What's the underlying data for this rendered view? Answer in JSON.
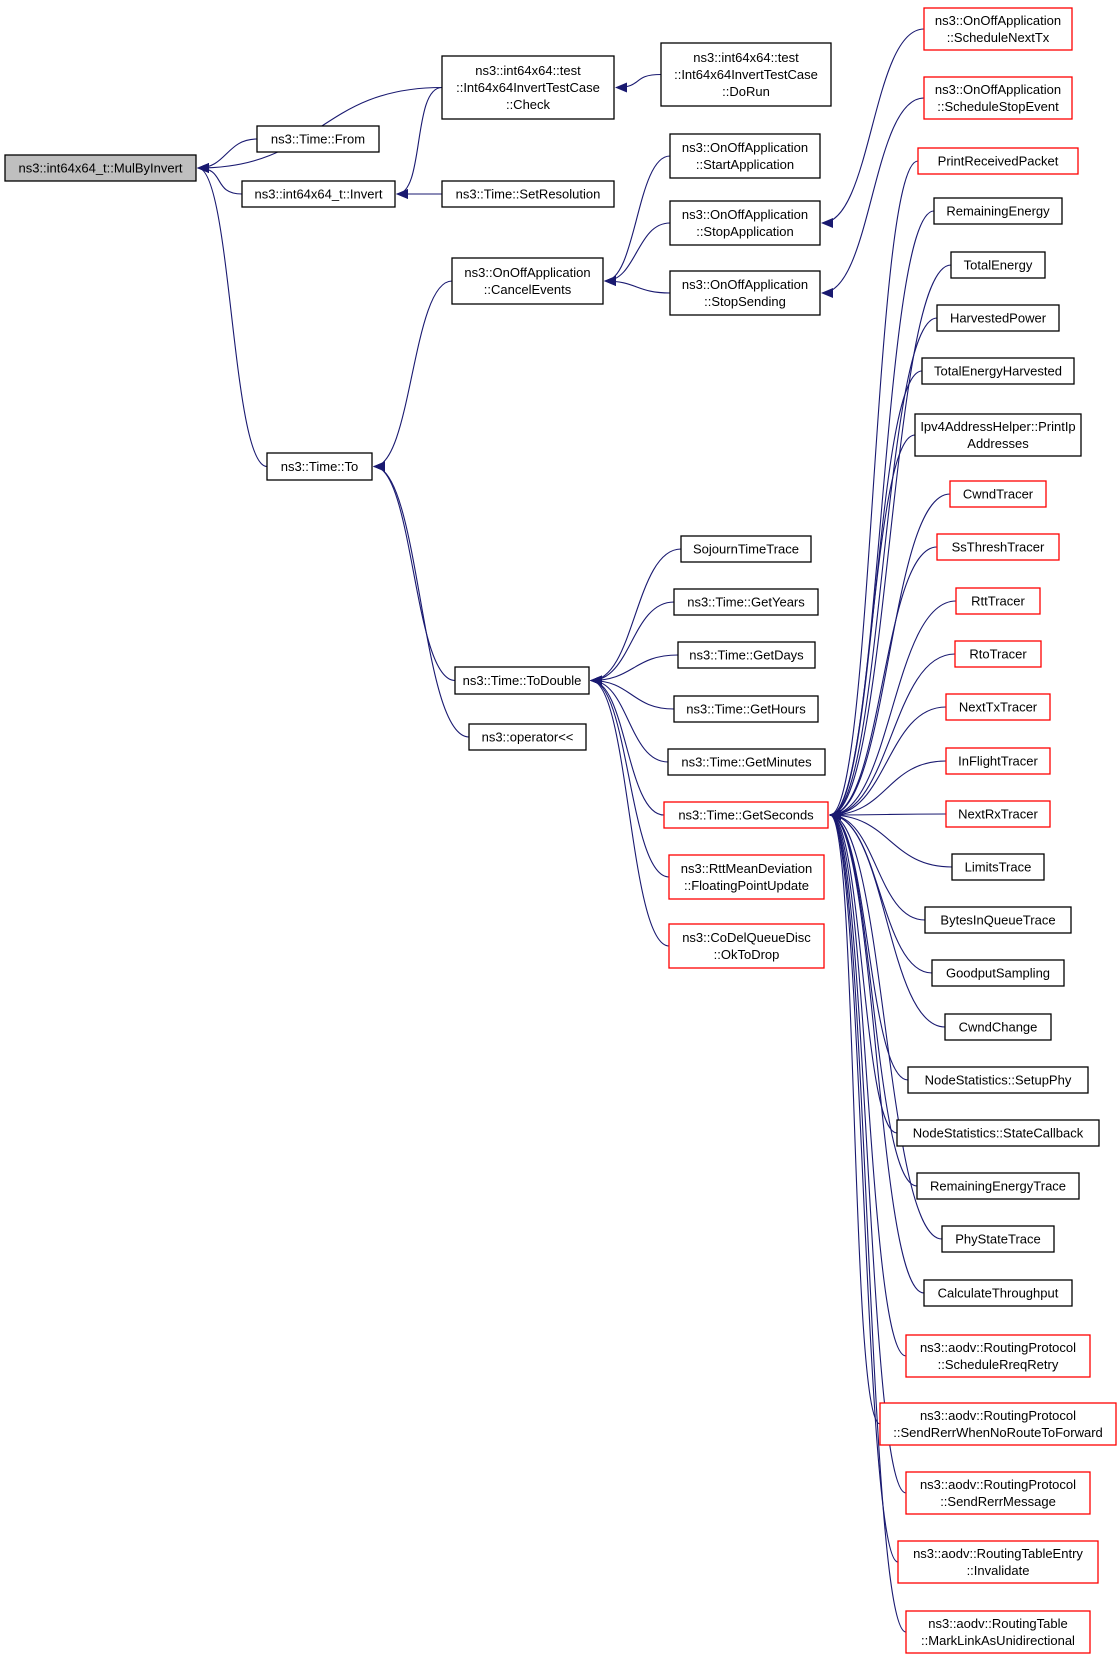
{
  "colors": {
    "edge": "#191970",
    "node_border": "#000000",
    "node_border_truncated": "#ff0000",
    "focus_fill": "#bfbfbf",
    "node_fill": "#ffffff"
  },
  "nodes": [
    {
      "id": "mulbyinvert",
      "lines": [
        "ns3::int64x64_t::MulByInvert"
      ],
      "style": "focus"
    },
    {
      "id": "test-check",
      "lines": [
        "ns3::int64x64::test",
        "::Int64x64InvertTestCase",
        "::Check"
      ],
      "style": "normal"
    },
    {
      "id": "test-dorun",
      "lines": [
        "ns3::int64x64::test",
        "::Int64x64InvertTestCase",
        "::DoRun"
      ],
      "style": "normal"
    },
    {
      "id": "time-from",
      "lines": [
        "ns3::Time::From"
      ],
      "style": "normal"
    },
    {
      "id": "invert",
      "lines": [
        "ns3::int64x64_t::Invert"
      ],
      "style": "normal"
    },
    {
      "id": "setresolution",
      "lines": [
        "ns3::Time::SetResolution"
      ],
      "style": "normal"
    },
    {
      "id": "startapplication",
      "lines": [
        "ns3::OnOffApplication",
        "::StartApplication"
      ],
      "style": "normal"
    },
    {
      "id": "stopapplication",
      "lines": [
        "ns3::OnOffApplication",
        "::StopApplication"
      ],
      "style": "normal"
    },
    {
      "id": "cancelevents",
      "lines": [
        "ns3::OnOffApplication",
        "::CancelEvents"
      ],
      "style": "normal"
    },
    {
      "id": "stopsending",
      "lines": [
        "ns3::OnOffApplication",
        "::StopSending"
      ],
      "style": "normal"
    },
    {
      "id": "time-to",
      "lines": [
        "ns3::Time::To"
      ],
      "style": "normal"
    },
    {
      "id": "sojourn",
      "lines": [
        "SojournTimeTrace"
      ],
      "style": "normal"
    },
    {
      "id": "getyears",
      "lines": [
        "ns3::Time::GetYears"
      ],
      "style": "normal"
    },
    {
      "id": "getdays",
      "lines": [
        "ns3::Time::GetDays"
      ],
      "style": "normal"
    },
    {
      "id": "todouble",
      "lines": [
        "ns3::Time::ToDouble"
      ],
      "style": "normal"
    },
    {
      "id": "gethours",
      "lines": [
        "ns3::Time::GetHours"
      ],
      "style": "normal"
    },
    {
      "id": "operator",
      "lines": [
        "ns3::operator<<"
      ],
      "style": "normal"
    },
    {
      "id": "getminutes",
      "lines": [
        "ns3::Time::GetMinutes"
      ],
      "style": "normal"
    },
    {
      "id": "getseconds",
      "lines": [
        "ns3::Time::GetSeconds"
      ],
      "style": "truncated"
    },
    {
      "id": "fpupdate",
      "lines": [
        "ns3::RttMeanDeviation",
        "::FloatingPointUpdate"
      ],
      "style": "truncated"
    },
    {
      "id": "oktodrop",
      "lines": [
        "ns3::CoDelQueueDisc",
        "::OkToDrop"
      ],
      "style": "truncated"
    },
    {
      "id": "schedulenexttx",
      "lines": [
        "ns3::OnOffApplication",
        "::ScheduleNextTx"
      ],
      "style": "truncated"
    },
    {
      "id": "schedulestopevent",
      "lines": [
        "ns3::OnOffApplication",
        "::ScheduleStopEvent"
      ],
      "style": "truncated"
    },
    {
      "id": "printreceived",
      "lines": [
        "PrintReceivedPacket"
      ],
      "style": "truncated"
    },
    {
      "id": "remainingenergy",
      "lines": [
        "RemainingEnergy"
      ],
      "style": "normal"
    },
    {
      "id": "totalenergy",
      "lines": [
        "TotalEnergy"
      ],
      "style": "normal"
    },
    {
      "id": "harvestedpower",
      "lines": [
        "HarvestedPower"
      ],
      "style": "normal"
    },
    {
      "id": "totalenergyharvested",
      "lines": [
        "TotalEnergyHarvested"
      ],
      "style": "normal"
    },
    {
      "id": "printip",
      "lines": [
        "Ipv4AddressHelper::PrintIp",
        "Addresses"
      ],
      "style": "normal"
    },
    {
      "id": "cwndtracer",
      "lines": [
        "CwndTracer"
      ],
      "style": "truncated"
    },
    {
      "id": "ssthreshtracer",
      "lines": [
        "SsThreshTracer"
      ],
      "style": "truncated"
    },
    {
      "id": "rtttracer",
      "lines": [
        "RttTracer"
      ],
      "style": "truncated"
    },
    {
      "id": "rtotracer",
      "lines": [
        "RtoTracer"
      ],
      "style": "truncated"
    },
    {
      "id": "nexttxtracer",
      "lines": [
        "NextTxTracer"
      ],
      "style": "truncated"
    },
    {
      "id": "inflighttracer",
      "lines": [
        "InFlightTracer"
      ],
      "style": "truncated"
    },
    {
      "id": "nextrxtracer",
      "lines": [
        "NextRxTracer"
      ],
      "style": "truncated"
    },
    {
      "id": "limitstrace",
      "lines": [
        "LimitsTrace"
      ],
      "style": "normal"
    },
    {
      "id": "bytesinqueue",
      "lines": [
        "BytesInQueueTrace"
      ],
      "style": "normal"
    },
    {
      "id": "goodput",
      "lines": [
        "GoodputSampling"
      ],
      "style": "normal"
    },
    {
      "id": "cwndchange",
      "lines": [
        "CwndChange"
      ],
      "style": "normal"
    },
    {
      "id": "setupphy",
      "lines": [
        "NodeStatistics::SetupPhy"
      ],
      "style": "normal"
    },
    {
      "id": "statecallback",
      "lines": [
        "NodeStatistics::StateCallback"
      ],
      "style": "normal"
    },
    {
      "id": "remainingenergytrace",
      "lines": [
        "RemainingEnergyTrace"
      ],
      "style": "normal"
    },
    {
      "id": "phystatetrace",
      "lines": [
        "PhyStateTrace"
      ],
      "style": "normal"
    },
    {
      "id": "calcthroughput",
      "lines": [
        "CalculateThroughput"
      ],
      "style": "normal"
    },
    {
      "id": "schedulerreqretry",
      "lines": [
        "ns3::aodv::RoutingProtocol",
        "::ScheduleRreqRetry"
      ],
      "style": "truncated"
    },
    {
      "id": "senderrwhennoroute",
      "lines": [
        "ns3::aodv::RoutingProtocol",
        "::SendRerrWhenNoRouteToForward"
      ],
      "style": "truncated"
    },
    {
      "id": "senderrmessage",
      "lines": [
        "ns3::aodv::RoutingProtocol",
        "::SendRerrMessage"
      ],
      "style": "truncated"
    },
    {
      "id": "rte-invalidate",
      "lines": [
        "ns3::aodv::RoutingTableEntry",
        "::Invalidate"
      ],
      "style": "truncated"
    },
    {
      "id": "marklinkunidir",
      "lines": [
        "ns3::aodv::RoutingTable",
        "::MarkLinkAsUnidirectional"
      ],
      "style": "truncated"
    }
  ],
  "edges": [
    [
      "test-check",
      "mulbyinvert"
    ],
    [
      "time-from",
      "mulbyinvert"
    ],
    [
      "invert",
      "mulbyinvert"
    ],
    [
      "time-to",
      "mulbyinvert"
    ],
    [
      "test-dorun",
      "test-check"
    ],
    [
      "test-check",
      "invert"
    ],
    [
      "setresolution",
      "invert"
    ],
    [
      "startapplication",
      "cancelevents"
    ],
    [
      "stopapplication",
      "cancelevents"
    ],
    [
      "stopsending",
      "cancelevents"
    ],
    [
      "cancelevents",
      "time-to"
    ],
    [
      "todouble",
      "time-to"
    ],
    [
      "operator",
      "time-to"
    ],
    [
      "schedulenexttx",
      "stopapplication"
    ],
    [
      "schedulestopevent",
      "stopsending"
    ],
    [
      "sojourn",
      "todouble"
    ],
    [
      "getyears",
      "todouble"
    ],
    [
      "getdays",
      "todouble"
    ],
    [
      "gethours",
      "todouble"
    ],
    [
      "getminutes",
      "todouble"
    ],
    [
      "getseconds",
      "todouble"
    ],
    [
      "fpupdate",
      "todouble"
    ],
    [
      "oktodrop",
      "todouble"
    ],
    [
      "printreceived",
      "getseconds"
    ],
    [
      "remainingenergy",
      "getseconds"
    ],
    [
      "totalenergy",
      "getseconds"
    ],
    [
      "harvestedpower",
      "getseconds"
    ],
    [
      "totalenergyharvested",
      "getseconds"
    ],
    [
      "printip",
      "getseconds"
    ],
    [
      "cwndtracer",
      "getseconds"
    ],
    [
      "ssthreshtracer",
      "getseconds"
    ],
    [
      "rtttracer",
      "getseconds"
    ],
    [
      "rtotracer",
      "getseconds"
    ],
    [
      "nexttxtracer",
      "getseconds"
    ],
    [
      "inflighttracer",
      "getseconds"
    ],
    [
      "nextrxtracer",
      "getseconds"
    ],
    [
      "limitstrace",
      "getseconds"
    ],
    [
      "bytesinqueue",
      "getseconds"
    ],
    [
      "goodput",
      "getseconds"
    ],
    [
      "cwndchange",
      "getseconds"
    ],
    [
      "setupphy",
      "getseconds"
    ],
    [
      "statecallback",
      "getseconds"
    ],
    [
      "remainingenergytrace",
      "getseconds"
    ],
    [
      "phystatetrace",
      "getseconds"
    ],
    [
      "calcthroughput",
      "getseconds"
    ],
    [
      "schedulerreqretry",
      "getseconds"
    ],
    [
      "senderrwhennoroute",
      "getseconds"
    ],
    [
      "senderrmessage",
      "getseconds"
    ],
    [
      "rte-invalidate",
      "getseconds"
    ],
    [
      "marklinkunidir",
      "getseconds"
    ]
  ]
}
